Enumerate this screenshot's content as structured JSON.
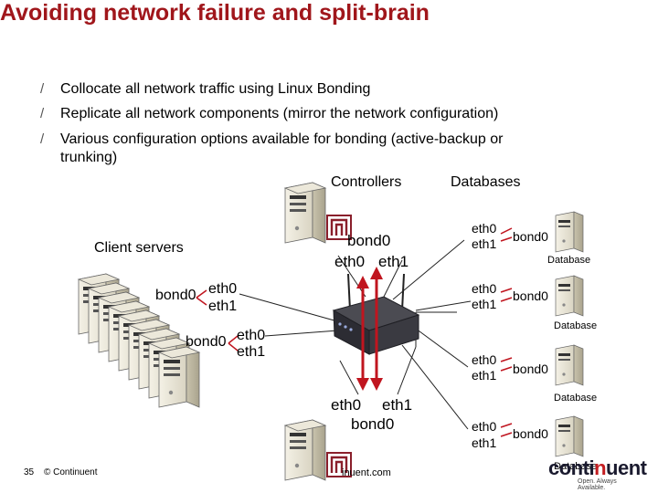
{
  "title": "Avoiding network failure and split-brain",
  "bullets": [
    {
      "marker": "/",
      "line1": "Collocate all network traffic using Linux Bonding",
      "line2": ""
    },
    {
      "marker": "/",
      "line1": "Replicate all network components (mirror the network configuration)",
      "line2": ""
    },
    {
      "marker": "/",
      "line1": "Various configuration options available for bonding (active-backup or",
      "line2": "trunking)"
    }
  ],
  "headers": {
    "controllers": "Controllers",
    "databases": "Databases",
    "client_servers": "Client servers"
  },
  "controller_top": {
    "bond": "bond0",
    "eth0": "eth0",
    "eth1": "eth1"
  },
  "controller_bottom": {
    "bond": "bond0",
    "eth0": "eth0",
    "eth1": "eth1"
  },
  "clients": [
    {
      "bond": "bond0",
      "eth0": "eth0",
      "eth1": "eth1"
    },
    {
      "bond": "bond0",
      "eth0": "eth0",
      "eth1": "eth1"
    }
  ],
  "databases": [
    {
      "eth0": "eth0",
      "eth1": "eth1",
      "bond": "bond0",
      "label": "Database"
    },
    {
      "eth0": "eth0",
      "eth1": "eth1",
      "bond": "bond0",
      "label": "Database"
    },
    {
      "eth0": "eth0",
      "eth1": "eth1",
      "bond": "bond0",
      "label": "Database"
    },
    {
      "eth0": "eth0",
      "eth1": "eth1",
      "bond": "bond0",
      "label": "Database"
    }
  ],
  "footer": {
    "page_number": "35",
    "copyright": "© Continuent",
    "url": "inuent.com"
  },
  "logo": {
    "name": "continuent",
    "tagline": "Open. Always Available."
  },
  "colors": {
    "title": "#a0161b",
    "arrow": "#c0151f",
    "switch": "#2f2f35",
    "accent": "#c41e22"
  },
  "icons": [
    "server-icon",
    "network-switch-icon",
    "company-logo"
  ]
}
